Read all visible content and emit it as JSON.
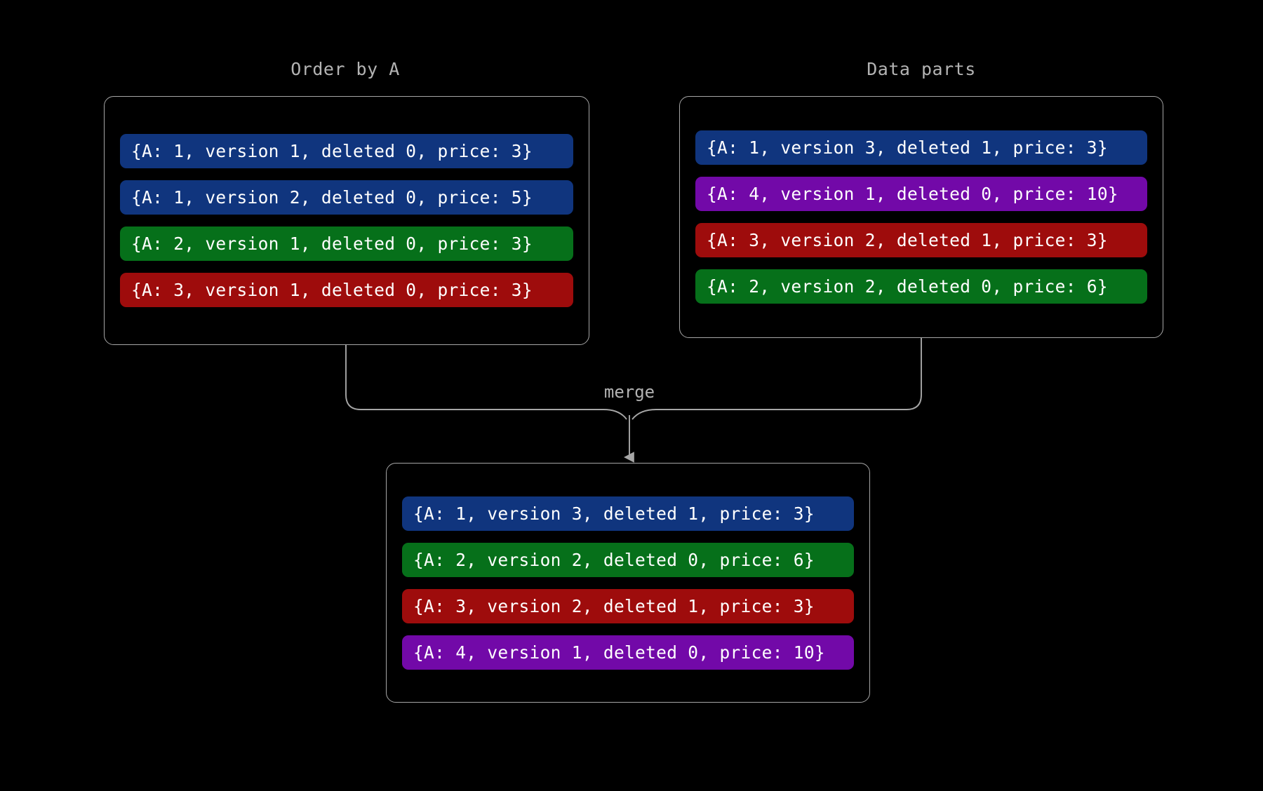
{
  "theme": {
    "background": "#000000",
    "panel_border": "#a6a6a6",
    "label_color": "#b3b3b3",
    "connector_color": "#a6a6a6",
    "text_color": "#ffffff"
  },
  "palette": {
    "blue": "#10357e",
    "green": "#06701a",
    "red": "#9e0c0c",
    "purple": "#7209a8"
  },
  "panels": {
    "order_by_a": {
      "title": "Order by A",
      "rows": [
        {
          "text": "{A: 1, version 1, deleted 0, price: 3}",
          "color": "#10357e",
          "key": 1,
          "version": 1,
          "deleted": 0,
          "price": 3
        },
        {
          "text": "{A: 1, version 2, deleted 0, price: 5}",
          "color": "#10357e",
          "key": 1,
          "version": 2,
          "deleted": 0,
          "price": 5
        },
        {
          "text": "{A: 2, version 1, deleted 0, price: 3}",
          "color": "#06701a",
          "key": 2,
          "version": 1,
          "deleted": 0,
          "price": 3
        },
        {
          "text": "{A: 3, version 1, deleted 0, price: 3}",
          "color": "#9e0c0c",
          "key": 3,
          "version": 1,
          "deleted": 0,
          "price": 3
        }
      ]
    },
    "data_parts": {
      "title": "Data parts",
      "rows": [
        {
          "text": "{A: 1, version 3, deleted 1, price: 3}",
          "color": "#10357e",
          "key": 1,
          "version": 3,
          "deleted": 1,
          "price": 3
        },
        {
          "text": "{A: 4, version 1, deleted 0, price: 10}",
          "color": "#7209a8",
          "key": 4,
          "version": 1,
          "deleted": 0,
          "price": 10
        },
        {
          "text": "{A: 3, version 2, deleted 1, price: 3}",
          "color": "#9e0c0c",
          "key": 3,
          "version": 2,
          "deleted": 1,
          "price": 3
        },
        {
          "text": "{A: 2, version 2, deleted 0, price: 6}",
          "color": "#06701a",
          "key": 2,
          "version": 2,
          "deleted": 0,
          "price": 6
        }
      ]
    },
    "merged_result": {
      "title": "",
      "rows": [
        {
          "text": "{A: 1, version 3, deleted 1, price: 3}",
          "color": "#10357e",
          "key": 1,
          "version": 3,
          "deleted": 1,
          "price": 3
        },
        {
          "text": "{A: 2, version 2, deleted 0, price: 6}",
          "color": "#06701a",
          "key": 2,
          "version": 2,
          "deleted": 0,
          "price": 6
        },
        {
          "text": "{A: 3, version 2, deleted 1, price: 3}",
          "color": "#9e0c0c",
          "key": 3,
          "version": 2,
          "deleted": 1,
          "price": 3
        },
        {
          "text": "{A: 4, version 1, deleted 0, price: 10}",
          "color": "#7209a8",
          "key": 4,
          "version": 1,
          "deleted": 0,
          "price": 10
        }
      ]
    }
  },
  "connector": {
    "label": "merge"
  }
}
